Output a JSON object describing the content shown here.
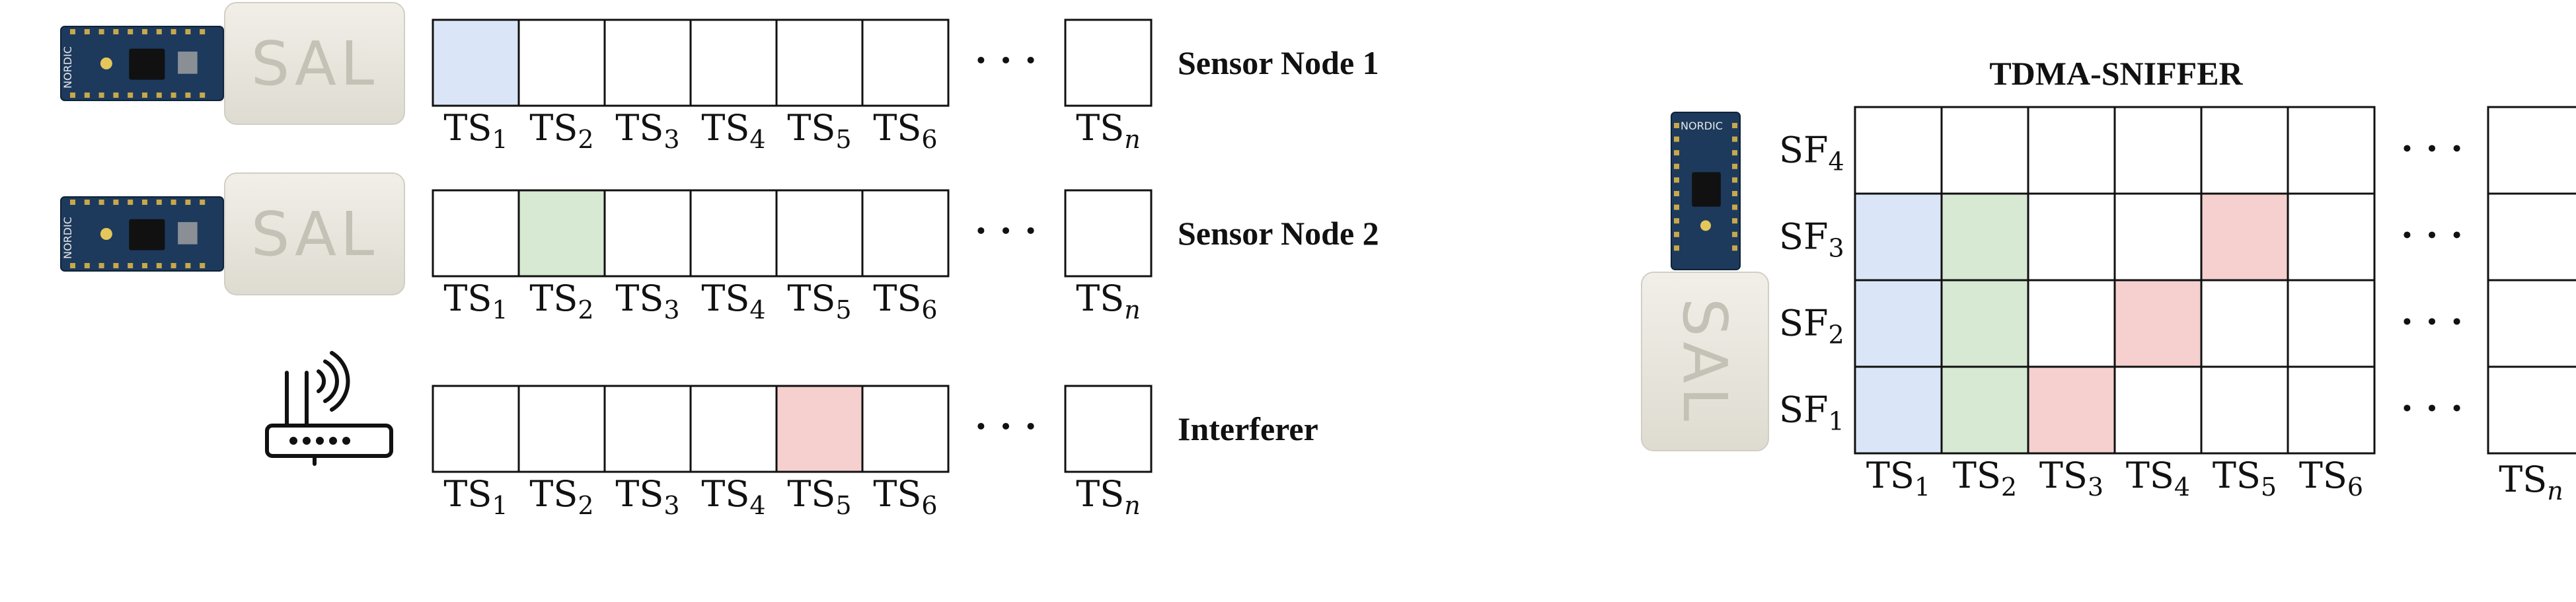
{
  "left_panel": {
    "rows": [
      {
        "title": "Sensor Node 1",
        "device": "sensor",
        "device_text": "SAL",
        "board_text": "NORDIC",
        "highlight_index": 0,
        "highlight_color": "#dae6f8"
      },
      {
        "title": "Sensor Node 2",
        "device": "sensor",
        "device_text": "SAL",
        "board_text": "NORDIC",
        "highlight_index": 1,
        "highlight_color": "#d7e8d3"
      },
      {
        "title": "Interferer",
        "device": "router-icon",
        "device_text": "",
        "board_text": "",
        "highlight_index": 4,
        "highlight_color": "#f5d0cf"
      }
    ],
    "slot_labels": [
      {
        "base": "TS",
        "sub": "1"
      },
      {
        "base": "TS",
        "sub": "2"
      },
      {
        "base": "TS",
        "sub": "3"
      },
      {
        "base": "TS",
        "sub": "4"
      },
      {
        "base": "TS",
        "sub": "5"
      },
      {
        "base": "TS",
        "sub": "6"
      }
    ],
    "last_slot_label": {
      "base": "TS",
      "sub": "n"
    },
    "ellipsis": "· · ·"
  },
  "right_panel": {
    "title": "TDMA-SNIFFER",
    "device_text": "SAL",
    "board_text": "NORDIC",
    "frame_labels": [
      {
        "base": "SF",
        "sub": "4"
      },
      {
        "base": "SF",
        "sub": "3"
      },
      {
        "base": "SF",
        "sub": "2"
      },
      {
        "base": "SF",
        "sub": "1"
      }
    ],
    "slot_labels": [
      {
        "base": "TS",
        "sub": "1"
      },
      {
        "base": "TS",
        "sub": "2"
      },
      {
        "base": "TS",
        "sub": "3"
      },
      {
        "base": "TS",
        "sub": "4"
      },
      {
        "base": "TS",
        "sub": "5"
      },
      {
        "base": "TS",
        "sub": "6"
      }
    ],
    "last_slot_label": {
      "base": "TS",
      "sub": "n"
    },
    "ellipsis": "· · ·",
    "cells": [
      {
        "frame": "SF3",
        "slot": "TS1",
        "color": "#dae6f8"
      },
      {
        "frame": "SF2",
        "slot": "TS1",
        "color": "#dae6f8"
      },
      {
        "frame": "SF1",
        "slot": "TS1",
        "color": "#dae6f8"
      },
      {
        "frame": "SF3",
        "slot": "TS2",
        "color": "#d7e8d3"
      },
      {
        "frame": "SF2",
        "slot": "TS2",
        "color": "#d7e8d3"
      },
      {
        "frame": "SF1",
        "slot": "TS2",
        "color": "#d7e8d3"
      },
      {
        "frame": "SF1",
        "slot": "TS3",
        "color": "#f5d0cf"
      },
      {
        "frame": "SF2",
        "slot": "TS4",
        "color": "#f5d0cf"
      },
      {
        "frame": "SF3",
        "slot": "TS5",
        "color": "#f5d0cf"
      }
    ]
  }
}
